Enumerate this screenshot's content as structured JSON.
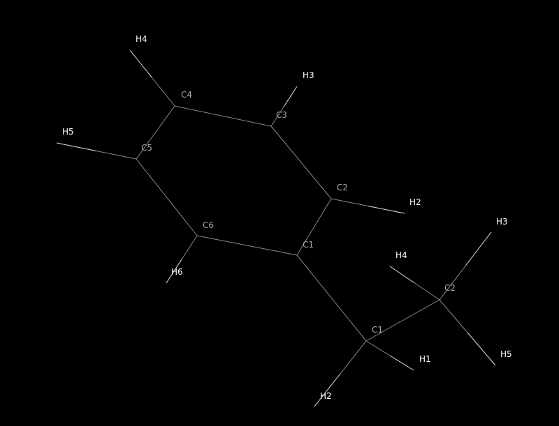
{
  "colors": {
    "background": "#000000",
    "carbon": "#8a8a8a",
    "hydrogen": "#e6e6e6"
  },
  "atoms": [
    {
      "id": "r_C1",
      "label": "C1",
      "element": "C"
    },
    {
      "id": "r_C2",
      "label": "C2",
      "element": "C"
    },
    {
      "id": "r_C3",
      "label": "C3",
      "element": "C"
    },
    {
      "id": "r_C4",
      "label": "C4",
      "element": "C"
    },
    {
      "id": "r_C5",
      "label": "C5",
      "element": "C"
    },
    {
      "id": "r_C6",
      "label": "C6",
      "element": "C"
    },
    {
      "id": "r_H2",
      "label": "H2",
      "element": "H"
    },
    {
      "id": "r_H3",
      "label": "H3",
      "element": "H"
    },
    {
      "id": "r_H4",
      "label": "H4",
      "element": "H"
    },
    {
      "id": "r_H5",
      "label": "H5",
      "element": "H"
    },
    {
      "id": "r_H6",
      "label": "H6",
      "element": "H"
    },
    {
      "id": "e_C1",
      "label": "C1",
      "element": "C"
    },
    {
      "id": "e_C2",
      "label": "C2",
      "element": "C"
    },
    {
      "id": "e_H1",
      "label": "H1",
      "element": "H"
    },
    {
      "id": "e_H2",
      "label": "H2",
      "element": "H"
    },
    {
      "id": "e_H3",
      "label": "H3",
      "element": "H"
    },
    {
      "id": "e_H4",
      "label": "H4",
      "element": "H"
    },
    {
      "id": "e_H5",
      "label": "H5",
      "element": "H"
    }
  ],
  "bonds": [
    [
      "r_C1",
      "r_C2"
    ],
    [
      "r_C2",
      "r_C3"
    ],
    [
      "r_C3",
      "r_C4"
    ],
    [
      "r_C4",
      "r_C5"
    ],
    [
      "r_C5",
      "r_C6"
    ],
    [
      "r_C6",
      "r_C1"
    ],
    [
      "r_C2",
      "r_H2"
    ],
    [
      "r_C3",
      "r_H3"
    ],
    [
      "r_C4",
      "r_H4"
    ],
    [
      "r_C5",
      "r_H5"
    ],
    [
      "r_C6",
      "r_H6"
    ],
    [
      "r_C1",
      "e_C1"
    ],
    [
      "e_C1",
      "e_C2"
    ],
    [
      "e_C1",
      "e_H1"
    ],
    [
      "e_C1",
      "e_H2"
    ],
    [
      "e_C2",
      "e_H3"
    ],
    [
      "e_C2",
      "e_H4"
    ],
    [
      "e_C2",
      "e_H5"
    ]
  ]
}
